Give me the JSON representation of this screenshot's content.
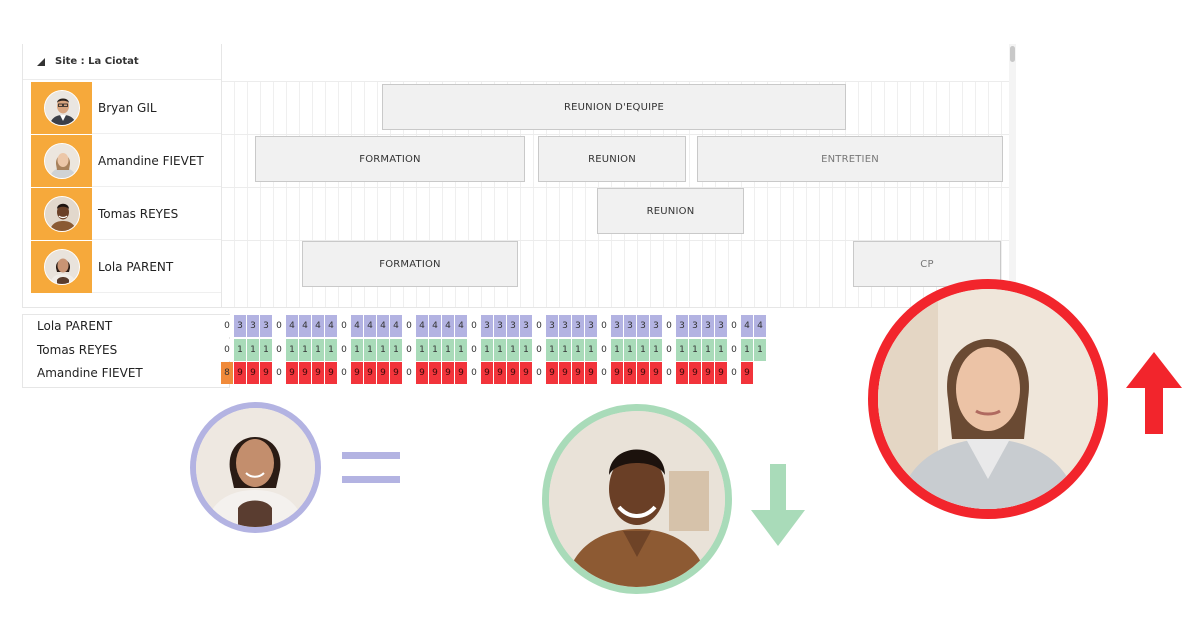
{
  "site": {
    "label": "Site : La Ciotat"
  },
  "resources": [
    {
      "name": "Bryan GIL"
    },
    {
      "name": "Amandine FIEVET"
    },
    {
      "name": "Tomas REYES"
    },
    {
      "name": "Lola PARENT"
    }
  ],
  "events": [
    {
      "label": "REUNION D'EQUIPE",
      "resource": "Bryan GIL"
    },
    {
      "label": "FORMATION",
      "resource": "Amandine FIEVET"
    },
    {
      "label": "REUNION",
      "resource": "Amandine FIEVET"
    },
    {
      "label": "ENTRETIEN",
      "resource": "Amandine FIEVET"
    },
    {
      "label": "REUNION",
      "resource": "Tomas REYES"
    },
    {
      "label": "FORMATION",
      "resource": "Lola PARENT"
    },
    {
      "label": "CP",
      "resource": "Lola PARENT"
    }
  ],
  "workload": {
    "rows": [
      {
        "name": "Lola PARENT",
        "values": [
          "0",
          "3",
          "3",
          "3",
          "0",
          "4",
          "4",
          "4",
          "4",
          "0",
          "4",
          "4",
          "4",
          "4",
          "0",
          "4",
          "4",
          "4",
          "4",
          "0",
          "3",
          "3",
          "3",
          "3",
          "0",
          "3",
          "3",
          "3",
          "3",
          "0",
          "3",
          "3",
          "3",
          "3",
          "0",
          "3",
          "3",
          "3",
          "3",
          "0",
          "4",
          "4"
        ]
      },
      {
        "name": "Tomas REYES",
        "values": [
          "0",
          "1",
          "1",
          "1",
          "0",
          "1",
          "1",
          "1",
          "1",
          "0",
          "1",
          "1",
          "1",
          "1",
          "0",
          "1",
          "1",
          "1",
          "1",
          "0",
          "1",
          "1",
          "1",
          "1",
          "0",
          "1",
          "1",
          "1",
          "1",
          "0",
          "1",
          "1",
          "1",
          "1",
          "0",
          "1",
          "1",
          "1",
          "1",
          "0",
          "1",
          "1"
        ]
      },
      {
        "name": "Amandine FIEVET",
        "values": [
          "8",
          "9",
          "9",
          "9",
          "0",
          "9",
          "9",
          "9",
          "9",
          "0",
          "9",
          "9",
          "9",
          "9",
          "0",
          "9",
          "9",
          "9",
          "9",
          "0",
          "9",
          "9",
          "9",
          "9",
          "0",
          "9",
          "9",
          "9",
          "9",
          "0",
          "9",
          "9",
          "9",
          "9",
          "0",
          "9",
          "9",
          "9",
          "9",
          "0",
          "9"
        ]
      }
    ]
  },
  "colors": {
    "avatar_bg": "#f6a93b",
    "load_low": "#a9dbb9",
    "load_normal": "#b3b3e2",
    "load_high": "#f2343b",
    "load_warning": "#f08a3a"
  },
  "indicators": [
    {
      "person": "Lola PARENT",
      "icon": "equals-icon",
      "color": "#b3b3e2"
    },
    {
      "person": "Tomas REYES",
      "icon": "arrow-down-icon",
      "color": "#a9dbb9"
    },
    {
      "person": "Amandine FIEVET",
      "icon": "arrow-up-icon",
      "color": "#f2252c"
    }
  ]
}
